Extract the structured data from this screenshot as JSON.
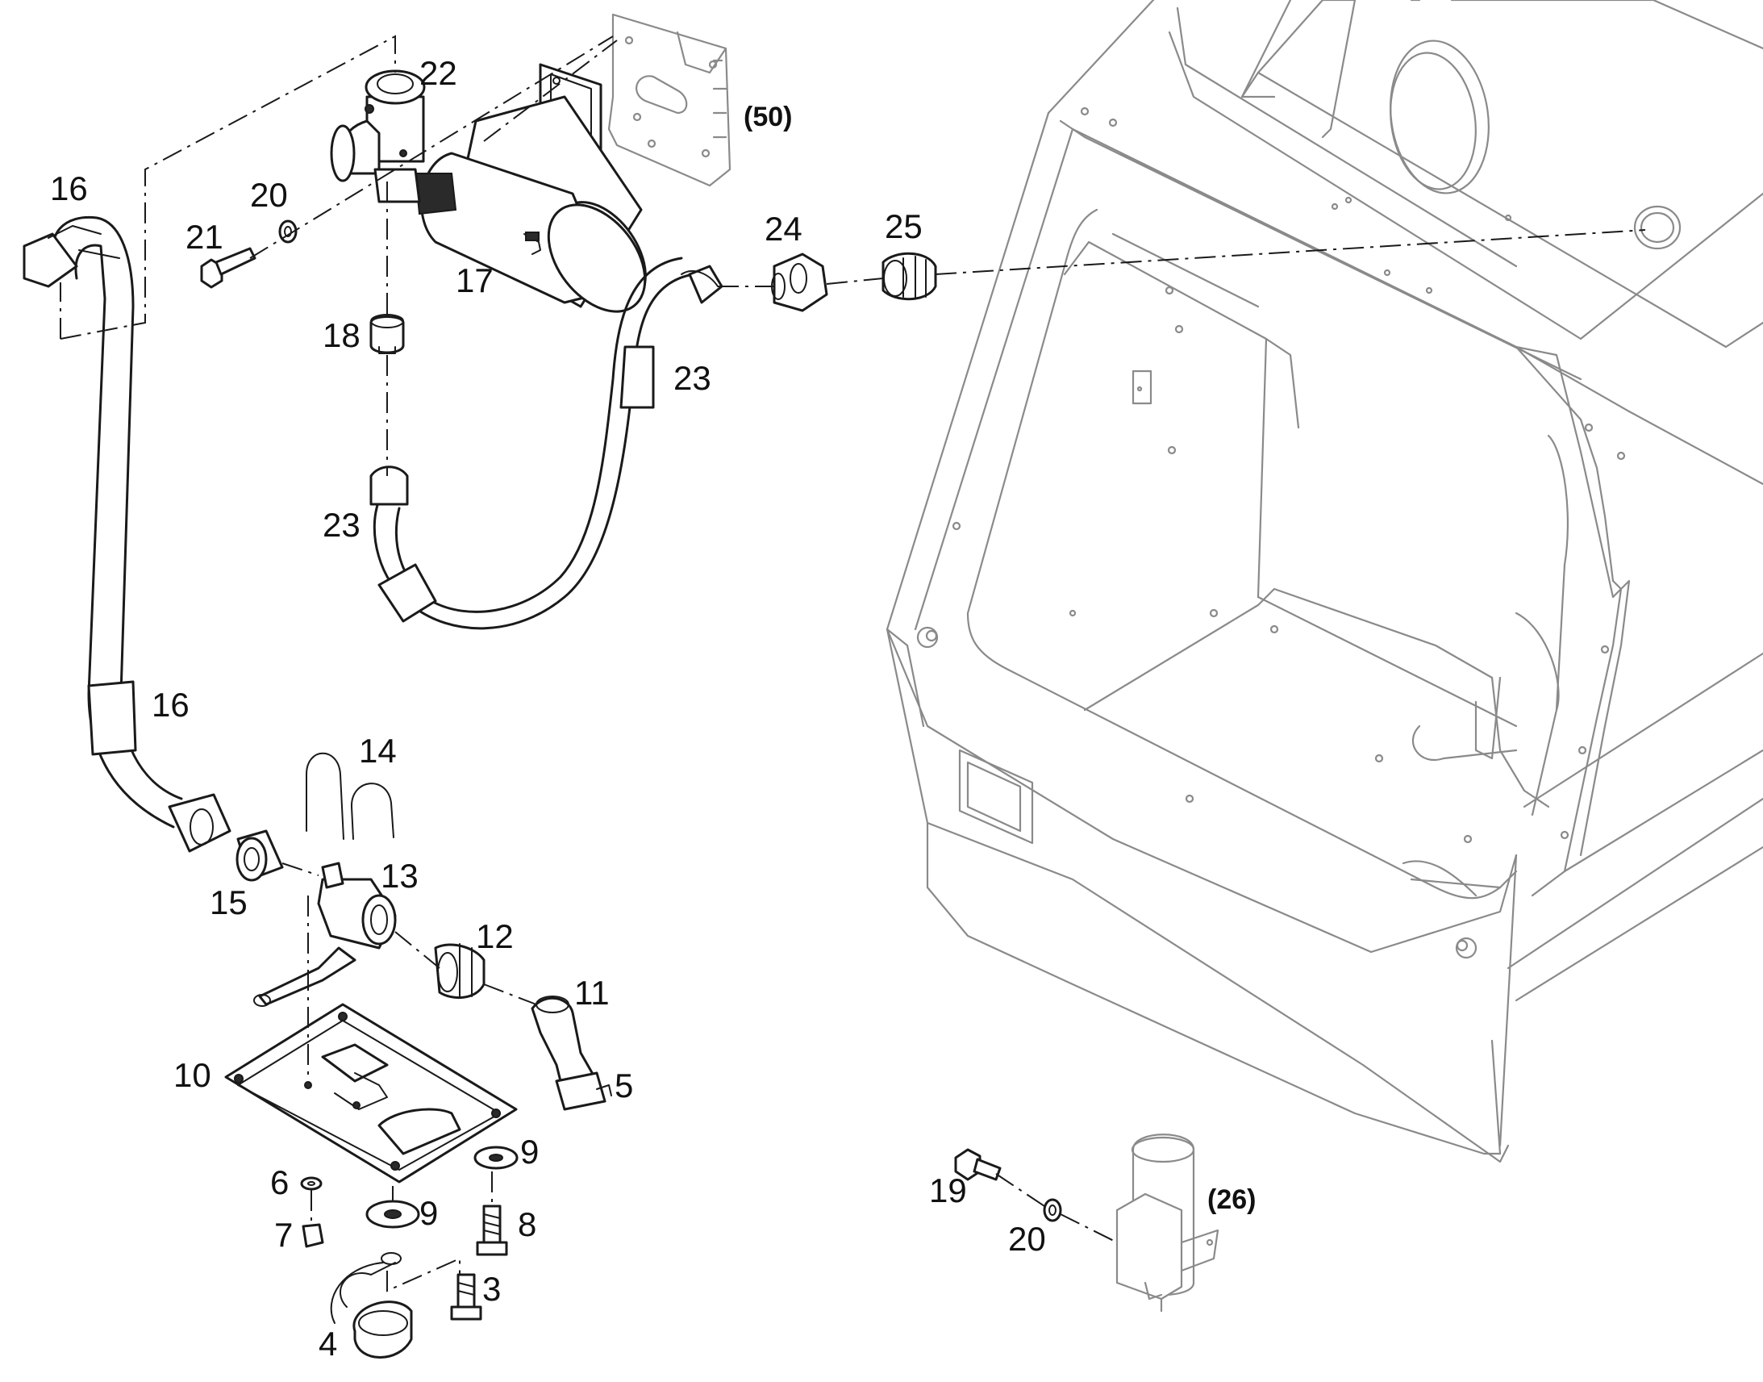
{
  "diagram": {
    "part_numbers": [
      "3",
      "4",
      "5",
      "6",
      "7",
      "8",
      "9",
      "9",
      "10",
      "11",
      "12",
      "13",
      "14",
      "15",
      "16",
      "16",
      "17",
      "18",
      "19",
      "20",
      "20",
      "21",
      "22",
      "23",
      "23",
      "24",
      "25"
    ],
    "references": [
      "(26)",
      "(50)"
    ]
  }
}
